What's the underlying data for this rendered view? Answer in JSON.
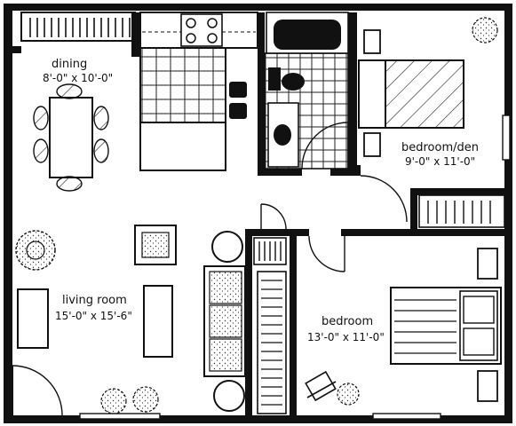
{
  "plan": {
    "colors": {
      "wall": "#111111",
      "line": "#1a1a1a",
      "paper": "#ffffff"
    },
    "rooms": {
      "dining": {
        "name": "dining",
        "dims": "8'-0\" x 10'-0\""
      },
      "living": {
        "name": "living room",
        "dims": "15'-0\" x 15'-6\""
      },
      "den": {
        "name": "bedroom/den",
        "dims": "9'-0\" x 11'-0\""
      },
      "bedroom": {
        "name": "bedroom",
        "dims": "13'-0\" x 11'-0\""
      }
    },
    "icons": {
      "tree": "plant-icon",
      "stove": "stove-icon",
      "toilet": "toilet-icon",
      "tub": "bathtub-icon"
    }
  }
}
